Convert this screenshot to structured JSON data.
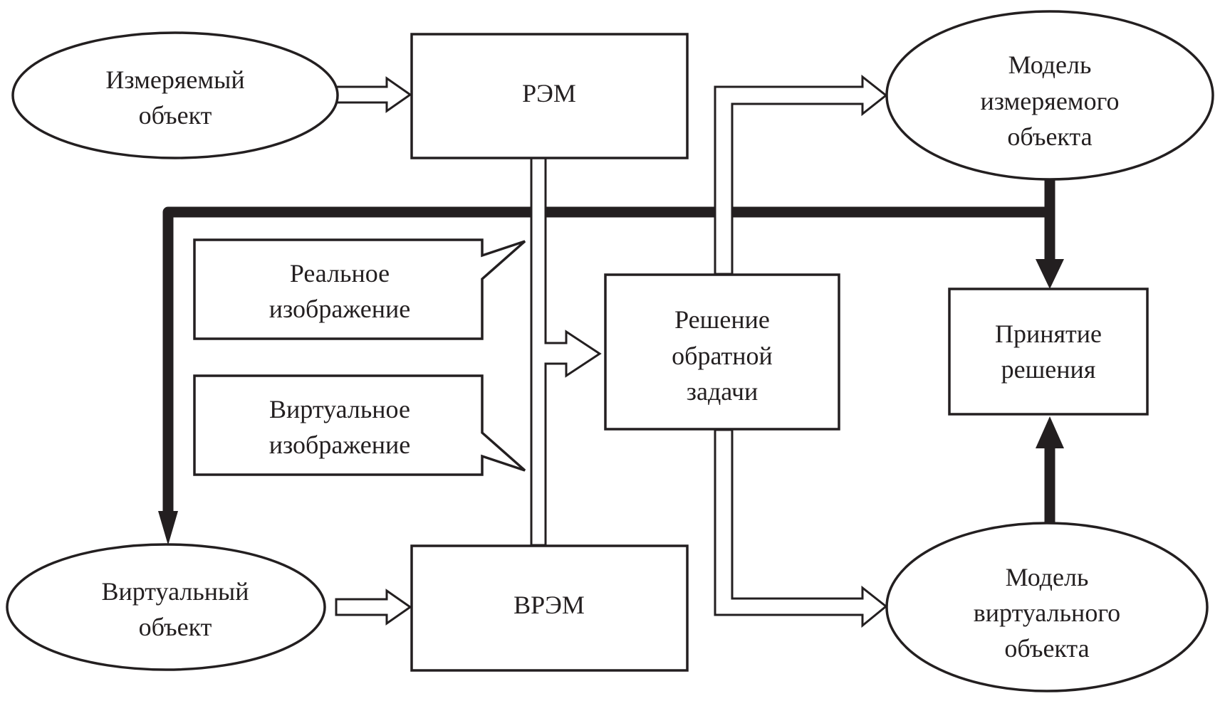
{
  "diagram": {
    "colors": {
      "stroke": "#231f20",
      "background": "#ffffff",
      "text": "#231f20"
    },
    "nodes": {
      "measured_object": {
        "shape": "ellipse",
        "lines": [
          "Измеряемый",
          "объект"
        ]
      },
      "sem": {
        "shape": "rectangle",
        "lines": [
          "РЭМ"
        ]
      },
      "model_measured": {
        "shape": "ellipse",
        "lines": [
          "Модель",
          "измеряемого",
          "объекта"
        ]
      },
      "real_image": {
        "shape": "callout",
        "lines": [
          "Реальное",
          "изображение"
        ]
      },
      "virtual_image": {
        "shape": "callout",
        "lines": [
          "Виртуальное",
          "изображение"
        ]
      },
      "inverse_problem": {
        "shape": "rectangle",
        "lines": [
          "Решение",
          "обратной",
          "задачи"
        ]
      },
      "decision": {
        "shape": "rectangle",
        "lines": [
          "Принятие",
          "решения"
        ]
      },
      "virtual_object": {
        "shape": "ellipse",
        "lines": [
          "Виртуальный",
          "объект"
        ]
      },
      "vsem": {
        "shape": "rectangle",
        "lines": [
          "ВРЭМ"
        ]
      },
      "model_virtual": {
        "shape": "ellipse",
        "lines": [
          "Модель",
          "виртуального",
          "объекта"
        ]
      }
    },
    "edges": [
      {
        "from": "measured_object",
        "to": "sem",
        "style": "hollow"
      },
      {
        "from": "virtual_object",
        "to": "vsem",
        "style": "hollow"
      },
      {
        "from": "sem",
        "to": "inverse_problem",
        "style": "hollow"
      },
      {
        "from": "vsem",
        "to": "inverse_problem",
        "style": "hollow"
      },
      {
        "from": "inverse_problem",
        "to": "model_measured",
        "style": "hollow"
      },
      {
        "from": "inverse_problem",
        "to": "model_virtual",
        "style": "hollow"
      },
      {
        "from": "model_measured",
        "to": "decision",
        "style": "thick"
      },
      {
        "from": "model_measured",
        "to": "virtual_object",
        "style": "thick"
      },
      {
        "from": "model_virtual",
        "to": "decision",
        "style": "thick"
      }
    ]
  }
}
